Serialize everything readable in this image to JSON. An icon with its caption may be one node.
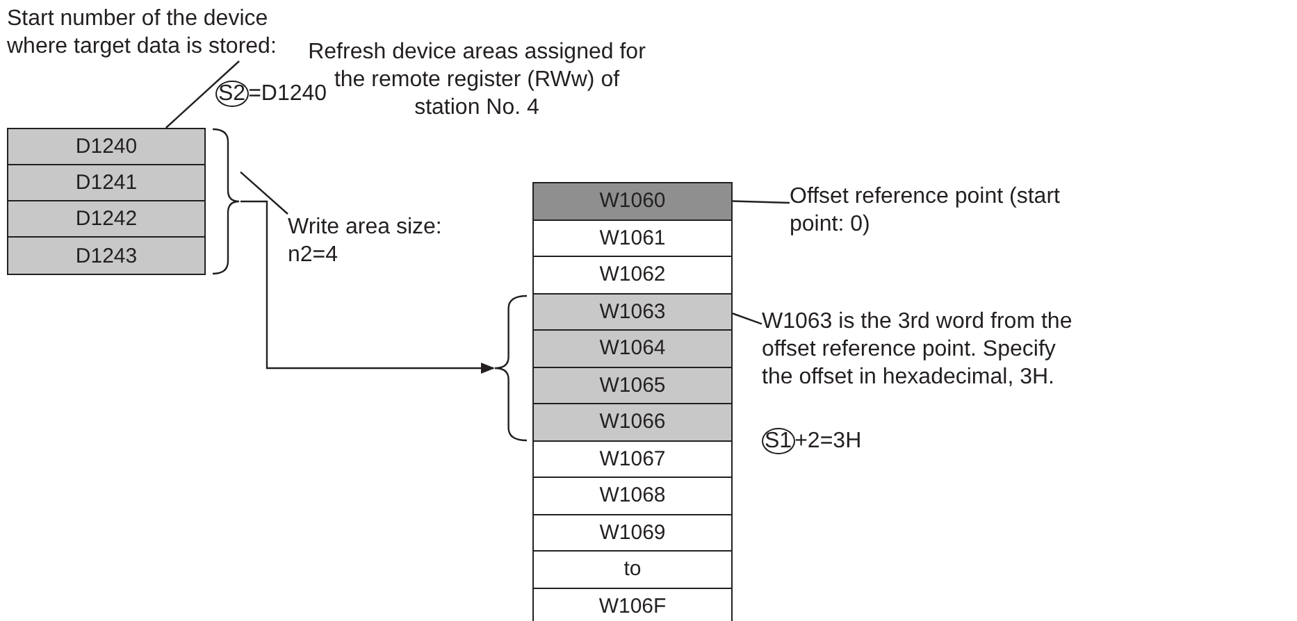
{
  "diagram": {
    "nodes": [
      {
        "text": [
          "Start number of the device where target data is stored:"
        ],
        "beside": [
          "S2=D1240"
        ]
      },
      {
        "text": [
          "D1240"
        ]
      },
      {
        "text": [
          "D1241"
        ]
      },
      {
        "text": [
          "D1242"
        ]
      },
      {
        "text": [
          "D1243"
        ]
      },
      {
        "text": [],
        "shape": "brace"
      },
      {
        "text": [
          "Write area size: n2=4"
        ]
      },
      {
        "text": [
          "W1060"
        ]
      },
      {
        "text": [
          "W1061"
        ]
      },
      {
        "text": [
          "W1062"
        ]
      },
      {
        "text": [
          "W1063"
        ]
      },
      {
        "text": [
          "W1064"
        ]
      },
      {
        "text": [
          "W1065"
        ]
      },
      {
        "text": [
          "W1066"
        ]
      },
      {
        "text": [
          "W1067"
        ]
      },
      {
        "text": [
          "W1068"
        ]
      },
      {
        "text": [
          "W1069"
        ]
      },
      {
        "text": [
          "to"
        ]
      },
      {
        "text": [
          "W106F"
        ]
      },
      {
        "text": [],
        "shape": "brace"
      },
      {
        "text": [
          "Offset reference point (start point: 0)"
        ]
      },
      {
        "text": [
          "W1063 is the 3rd word from the offset reference point. Specify the offset in hexadecimal, 3H."
        ],
        "beside": [
          "S1+2=3H"
        ]
      }
    ],
    "edges": [
      {
        "from": 0,
        "to": 1,
        "arrow": "none"
      },
      {
        "from": 6,
        "to": 5,
        "arrow": "none"
      },
      {
        "from": 5,
        "to": 19,
        "arrow": "to"
      },
      {
        "from": 20,
        "to": 7,
        "arrow": "none"
      },
      {
        "from": 21,
        "to": 10,
        "arrow": "none"
      }
    ],
    "labels": [
      "Refresh device areas assigned for the remote register (RWw) of station No. 4"
    ]
  }
}
